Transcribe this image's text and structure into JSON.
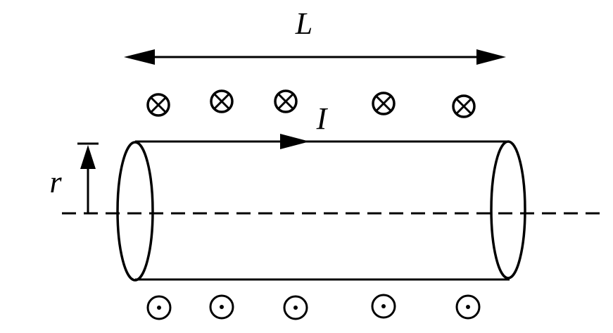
{
  "labels": {
    "length": "L",
    "current": "I",
    "radius": "r"
  },
  "field_symbols": {
    "into_page_count": 5,
    "out_of_page_count": 5,
    "into_page_icon": "circle-cross-icon",
    "out_of_page_icon": "circle-dot-icon"
  },
  "colors": {
    "ink": "#000000",
    "background": "#ffffff"
  }
}
